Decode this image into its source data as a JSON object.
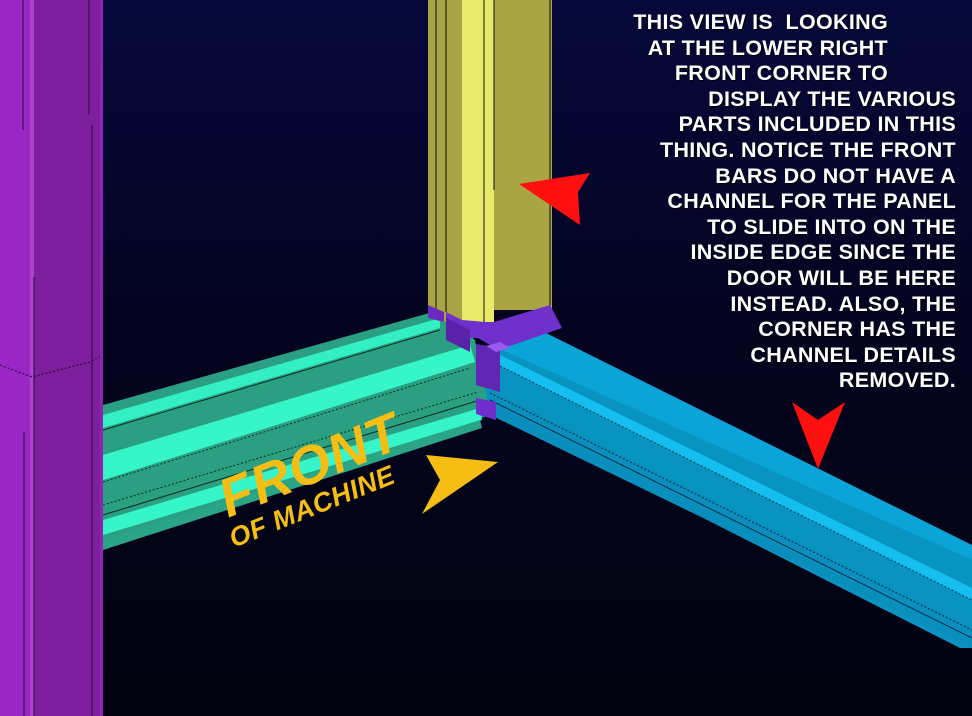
{
  "annotation": {
    "lines": [
      "THIS VIEW IS  LOOKING",
      "AT THE LOWER RIGHT",
      "FRONT CORNER TO",
      "DISPLAY THE VARIOUS",
      "PARTS INCLUDED IN THIS",
      "THING. NOTICE THE FRONT",
      "BARS DO NOT HAVE A",
      "CHANNEL FOR THE PANEL",
      "TO SLIDE INTO ON THE",
      "INSIDE EDGE SINCE THE",
      "DOOR WILL BE HERE",
      "INSTEAD. ALSO, THE",
      "CORNER HAS THE",
      "CHANNEL DETAILS",
      "REMOVED."
    ],
    "indents": [
      20,
      26,
      70,
      0,
      0,
      0,
      0,
      0,
      0,
      0,
      0,
      0,
      0,
      0,
      0
    ]
  },
  "front_label": {
    "line1": "FRONT",
    "line2": "OF MACHINE"
  },
  "colors": {
    "background": "#05051a",
    "purple_post": "#8a22b0",
    "yellow_post": "#a8a444",
    "yellow_highlight": "#eaea6a",
    "green_rail": "#2aa586",
    "green_highlight": "#33f5c8",
    "blue_rail": "#0899c8",
    "blue_highlight": "#12b6ea",
    "corner_block": "#6a28c8",
    "red_arrow": "#ff1010",
    "label_yellow": "#f6bd12",
    "text": "#ffffff"
  },
  "parts": [
    "purple-corner-post",
    "yellow-vertical-post",
    "green-front-rail",
    "blue-side-rail",
    "purple-corner-connector"
  ]
}
